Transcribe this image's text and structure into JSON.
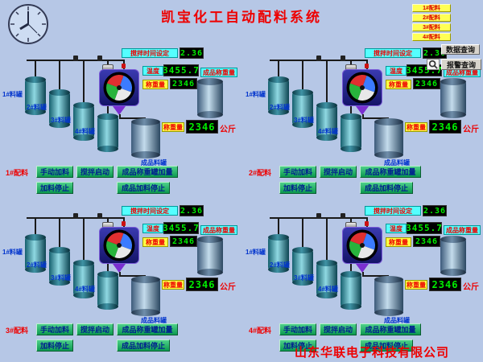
{
  "header": {
    "title": "凯宝化工自动配料系统"
  },
  "topbar": {
    "batch_buttons": [
      {
        "label": "1#配料"
      },
      {
        "label": "2#配料"
      },
      {
        "label": "3#配料"
      },
      {
        "label": "4#配料"
      }
    ],
    "data_query_label": "数据查询",
    "alarm_query_label": "报警查询"
  },
  "station_template": {
    "stir_time_label": "搅拌时间设定",
    "stir_time_value": "2.36",
    "temperature_label": "温度",
    "temperature_value": "3455.7",
    "weight_label": "称重量",
    "weight_value": "2346",
    "product_weight_title": "成品称重量",
    "product_weight_value": "2346",
    "unit_kg": "公斤",
    "product_tank_label": "成品料罐",
    "tank_labels": [
      "1#料罐",
      "2#料罐",
      "3#料罐",
      "4#料罐"
    ],
    "buttons": {
      "manual_feed": "手动加料",
      "stir_start": "搅拌启动",
      "product_weigh_add": "成品称重罐加量",
      "feed_stop": "加料停止",
      "product_feed_stop": "成品加料停止"
    }
  },
  "stations": [
    {
      "id_label": "1#配料"
    },
    {
      "id_label": "2#配料"
    },
    {
      "id_label": "3#配料"
    },
    {
      "id_label": "4#配料"
    }
  ],
  "footer": {
    "company": "山东华联电子科技有限公司"
  },
  "colors": {
    "background": "#b6c7e6",
    "title_red": "#ee0000",
    "led_green": "#00ee00",
    "led_background": "#000000",
    "label_cyan": "#55ffff",
    "label_yellow": "#ffff44",
    "button_green": "#12a455",
    "button_text_blue": "#001f8f",
    "tank_teal": "#15606e",
    "mixer_navy": "#141468"
  }
}
